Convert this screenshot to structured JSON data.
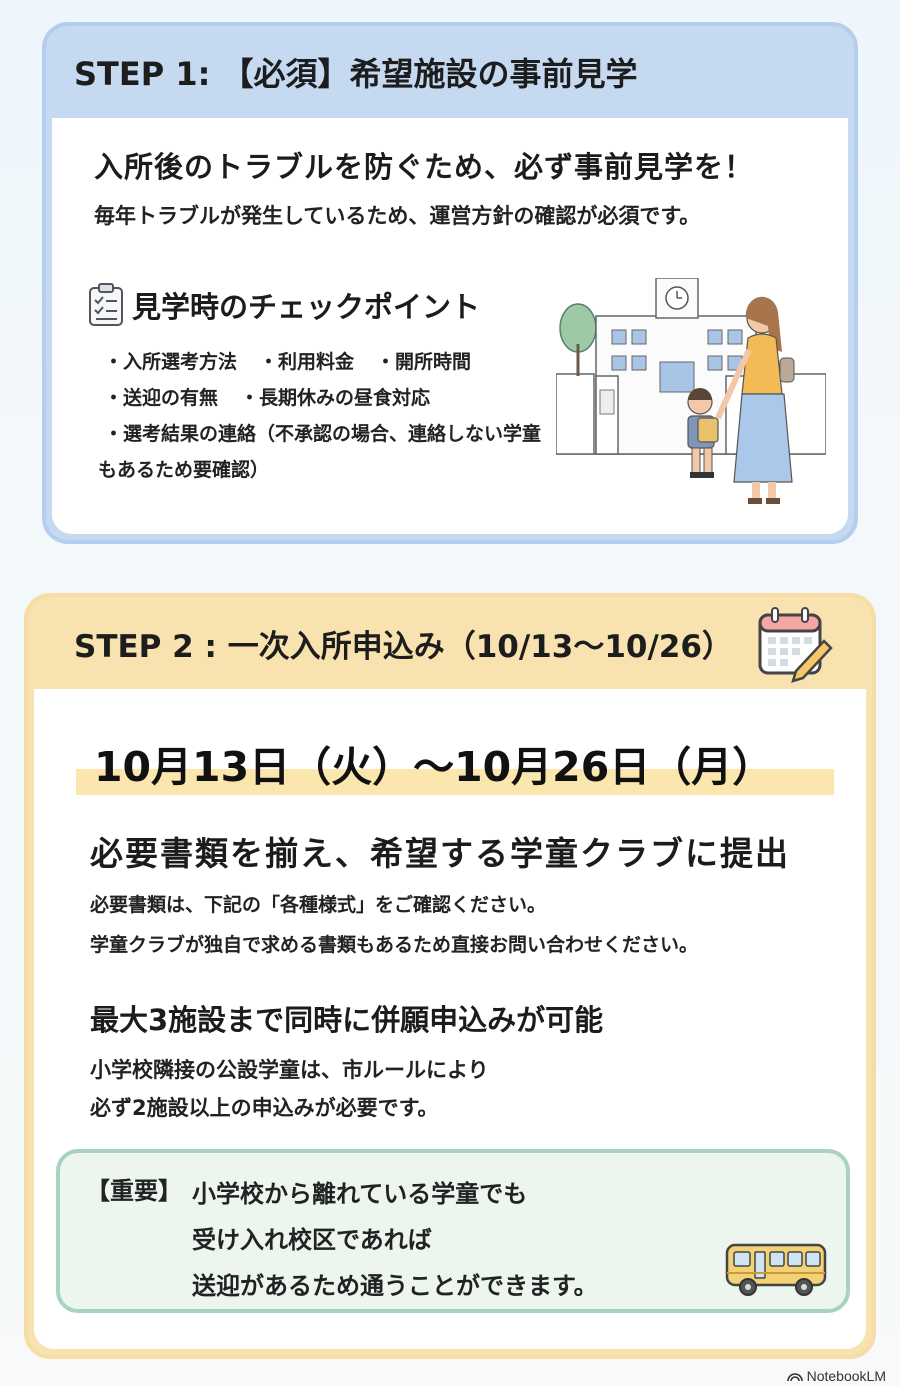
{
  "step1": {
    "title": "STEP 1: 【必須】希望施設の事前見学",
    "lead": "入所後のトラブルを防ぐため、必ず事前見学を！",
    "sub": "毎年トラブルが発生しているため、運営方針の確認が必須です。",
    "checkpoint_title": "見学時のチェックポイント",
    "checkpoints": [
      "・入所選考方法",
      "・利用料金",
      "・開所時間",
      "・送迎の有無",
      "・長期休みの昼食対応",
      "・選考結果の連絡（不承認の場合、連絡しない学童もあるため要確認）"
    ],
    "illustration_icon": "school-visit-illustration",
    "clipboard_icon": "checklist-icon"
  },
  "step2": {
    "title": "STEP 2 : 一次入所申込み（10/13〜10/26）",
    "date_range": "10月13日（火）〜10月26日（月）",
    "heading1": "必要書類を揃え、希望する学童クラブに提出",
    "para1_line1": "必要書類は、下記の「各種様式」をご確認ください。",
    "para1_line2": "学童クラブが独自で求める書類もあるため直接お問い合わせください。",
    "heading2": "最大3施設まで同時に併願申込みが可能",
    "para2_line1": "小学校隣接の公設学童は、市ルールにより",
    "para2_line2": "必ず2施設以上の申込みが必要です。",
    "note_tag": "【重要】",
    "note_line1": "小学校から離れている学童でも",
    "note_line2": "受け入れ校区であれば",
    "note_line3": "送迎があるため通うことができます。",
    "calendar_icon": "calendar-pencil-icon",
    "bus_icon": "school-bus-icon"
  },
  "footer": {
    "brand": "NotebookLM"
  },
  "colors": {
    "step1_accent": "#c5d9f1",
    "step2_accent": "#f8e3b0",
    "note_border": "#a9d3bf",
    "note_bg": "#ecf5ee"
  }
}
